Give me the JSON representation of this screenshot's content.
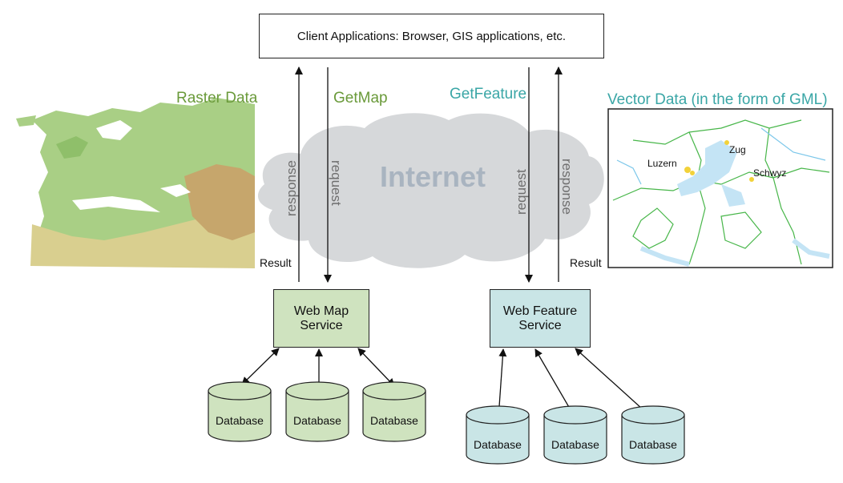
{
  "client": {
    "label": "Client Applications: Browser, GIS applications, etc."
  },
  "raster": {
    "title": "Raster Data"
  },
  "vector": {
    "title": "Vector Data (in the form of GML)",
    "places": [
      "Zug",
      "Luzern",
      "Schwyz"
    ]
  },
  "operations": {
    "getmap": "GetMap",
    "getfeature": "GetFeature"
  },
  "internet": {
    "label": "Internet"
  },
  "flows": {
    "response": "response",
    "request": "request",
    "result": "Result"
  },
  "wms": {
    "line1": "Web Map",
    "line2": "Service"
  },
  "wfs": {
    "line1": "Web Feature",
    "line2": "Service"
  },
  "database_label": "Database",
  "colors": {
    "raster_title": "#6a9a3a",
    "vector_title": "#3aa6a6",
    "getmap": "#6a9a3a",
    "getfeature": "#3aa6a6",
    "wms_fill": "#cfe3bf",
    "wfs_fill": "#c9e5e6",
    "cloud": "#d6d8da",
    "internet_text": "#a9b4c0"
  }
}
